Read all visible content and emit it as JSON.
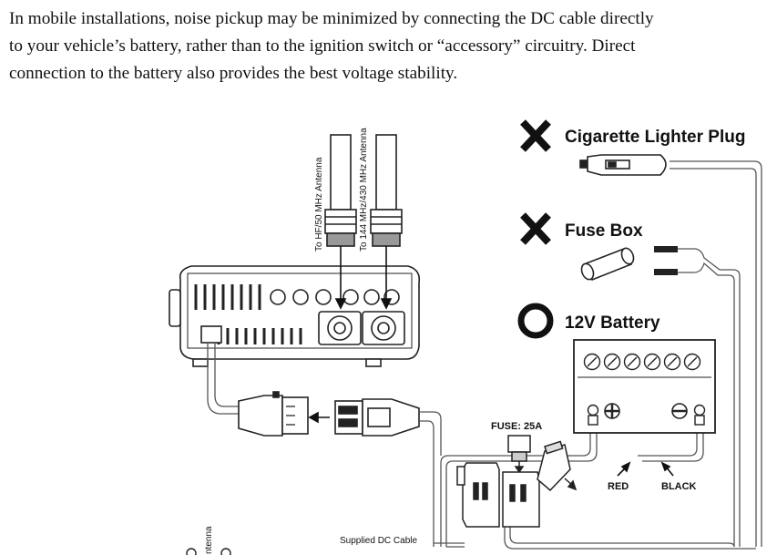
{
  "intro": {
    "line1": "In mobile installations, noise pickup may be minimized by connecting the DC cable directly",
    "line2": "to your vehicle’s battery, rather than to the ignition switch or “accessory” circuitry. Direct",
    "line3": "connection to the battery also provides the best voltage stability."
  },
  "options": {
    "cigarette": {
      "label": "Cigarette Lighter Plug",
      "mark": "cross-icon"
    },
    "fuse_box": {
      "label": "Fuse Box",
      "mark": "cross-icon"
    },
    "battery": {
      "label": "12V Battery",
      "mark": "circle-ok-icon"
    }
  },
  "antennas": {
    "hf": "To HF/50 MHz Antenna",
    "vhf": "To 144 MHz/430 MHz Antenna",
    "partial": "ntenna"
  },
  "labels": {
    "fuse": "FUSE: 25A",
    "red": "RED",
    "black": "BLACK",
    "cable": "Supplied DC Cable"
  },
  "colors": {
    "ink": "#111111",
    "line": "#555555"
  }
}
